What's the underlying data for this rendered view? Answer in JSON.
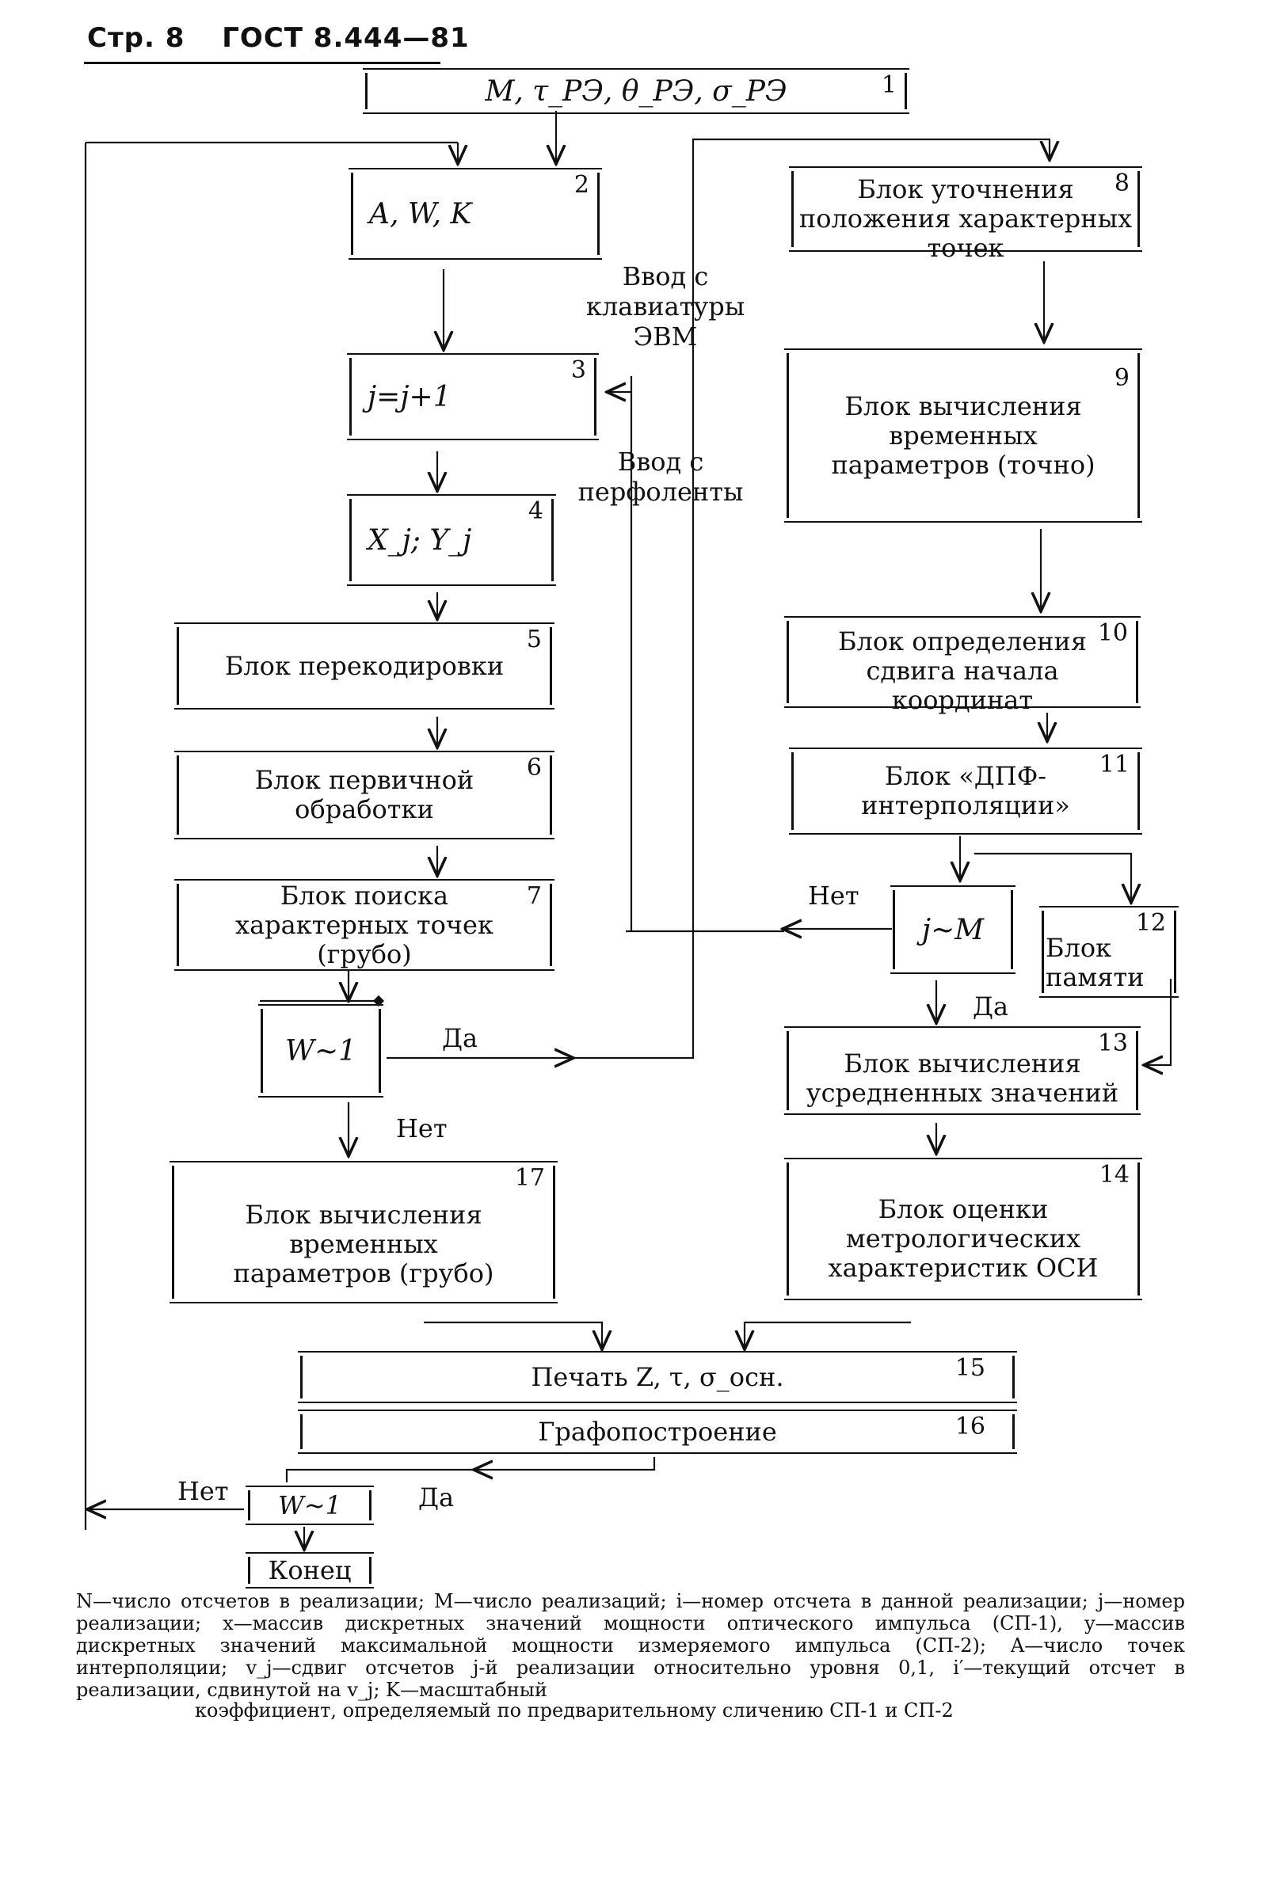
{
  "header": {
    "page": "Стр. 8",
    "standard": "ГОСТ 8.444—81"
  },
  "blocks": {
    "b1": {
      "num": "1",
      "text": "M, τ_РЭ, θ_РЭ, σ_РЭ"
    },
    "b2": {
      "num": "2",
      "text": "A, W, K"
    },
    "b3": {
      "num": "3",
      "text": "j=j+1"
    },
    "b4": {
      "num": "4",
      "text": "X_j; Y_j"
    },
    "b5": {
      "num": "5",
      "text": "Блок перекодировки"
    },
    "b6": {
      "num": "6",
      "text": "Блок первичной обработки"
    },
    "b7": {
      "num": "7",
      "text": "Блок поиска характерных точек (грубо)"
    },
    "d1": {
      "text": "W~1"
    },
    "b17": {
      "num": "17",
      "text": "Блок вычисления временных параметров (грубо)"
    },
    "b8": {
      "num": "8",
      "text": "Блок уточнения положения характерных точек"
    },
    "b9": {
      "num": "9",
      "text": "Блок вычисления временных параметров (точно)"
    },
    "b10": {
      "num": "10",
      "text": "Блок определения сдвига начала координат"
    },
    "b11": {
      "num": "11",
      "text": "Блок «ДПФ-интерполяции»"
    },
    "dJ": {
      "text": "j~M"
    },
    "b12": {
      "num": "12",
      "text": "Блок памяти"
    },
    "b13": {
      "num": "13",
      "text": "Блок вычисления усредненных значений"
    },
    "b14": {
      "num": "14",
      "text": "Блок оценки метрологических характеристик ОСИ"
    },
    "b15": {
      "num": "15",
      "text": "Печать Z, τ, σ_осн."
    },
    "b16": {
      "num": "16",
      "text": "Графопостроение"
    },
    "d2": {
      "text": "W~1"
    },
    "end": {
      "text": "Конец"
    }
  },
  "labels": {
    "keyboard_l1": "Ввод с",
    "keyboard_l2": "клавиатуры",
    "keyboard_l3": "ЭВМ",
    "tape_l1": "Ввод с",
    "tape_l2": "перфоленты",
    "yes_w1": "Да",
    "no_w1": "Нет",
    "no_jm": "Нет",
    "yes_jm": "Да",
    "no_w2": "Нет",
    "yes_w2": "Да"
  },
  "legend": "N—число отсчетов в реализации; M—число реализаций; i—номер отсчета в данной реализации; j—номер реализации; x—массив дискретных значений мощности оптического импульса (СП-1), y—массив дискретных значений максимальной мощности измеряемого импульса (СП-2); A—число точек интерполяции; v_j—сдвиг отсчетов j-й реализации относительно уровня 0,1, i′—текущий отсчет в реализации, сдвинутой на v_j; K—масштабный",
  "legend_end": "коэффициент, определяемый по предварительному сличению СП-1 и СП-2"
}
